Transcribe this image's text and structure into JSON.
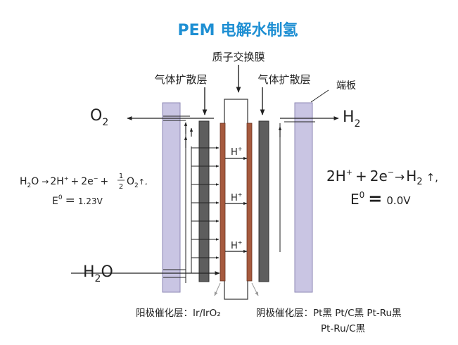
{
  "title_prefix": "PEM",
  "title_suffix": "电解水制氢",
  "labels": {
    "pem_membrane": "质子交换膜",
    "gdl_left": "气体扩散层",
    "gdl_right": "气体扩散层",
    "end_plate": "端板",
    "o2": "O",
    "o2_sub": "2",
    "h2": "H",
    "h2_sub": "2",
    "water_h": "H",
    "water_sub": "2",
    "water_o": "O",
    "proton": "H",
    "proton_sup": "+",
    "anode_catalyst": "阳极催化层：Ir/IrO₂",
    "cathode_catalyst_line1": "阴极催化层：Pt黑 Pt/C黑  Pt-Ru黑",
    "cathode_catalyst_line2": "Pt-Ru/C黑"
  },
  "anode_reaction": {
    "h": "H",
    "sub2": "2",
    "o": "O",
    "arrow": "→",
    "coef2": "2",
    "plus": "+",
    "e": "e",
    "minus": "−",
    "half_num": "1",
    "half_den": "2",
    "up_arrow": "↑,",
    "e0": "E",
    "zero": "0",
    "equals": "=",
    "potential": "1.23V"
  },
  "cathode_reaction": {
    "coef2": "2",
    "h": "H",
    "plus": "+",
    "e": "e",
    "minus": "−",
    "arrow": "→",
    "sub2": "2",
    "up_arrow": "↑,",
    "e0": "E",
    "zero": "0",
    "equals": "=",
    "potential": "0.0V"
  },
  "colors": {
    "title": "#1e8fd3",
    "end_plate": "#c9c5e3",
    "end_plate_stroke": "#8e88b6",
    "gdl": "#5e5e5e",
    "catalyst": "#a65a3e",
    "membrane": "#ffffff",
    "line": "#222222"
  }
}
